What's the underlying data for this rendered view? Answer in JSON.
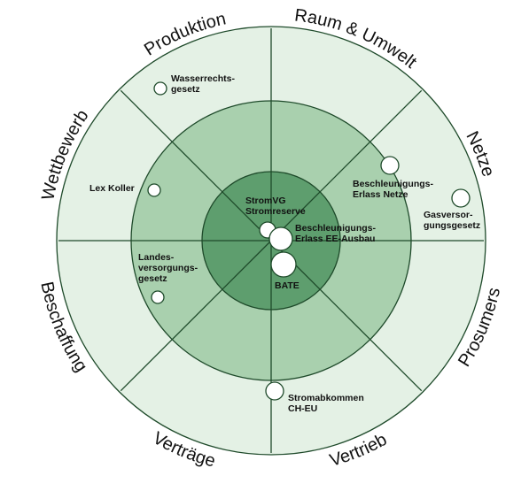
{
  "sectors": [
    {
      "id": "produktion",
      "label": "Produktion"
    },
    {
      "id": "raum-umwelt",
      "label": "Raum & Umwelt"
    },
    {
      "id": "netze",
      "label": "Netze"
    },
    {
      "id": "prosumers",
      "label": "Prosumers"
    },
    {
      "id": "vertrieb",
      "label": "Vertrieb"
    },
    {
      "id": "vertraege",
      "label": "Verträge"
    },
    {
      "id": "beschaffung",
      "label": "Beschaffung"
    },
    {
      "id": "wettbewerb",
      "label": "Wettbewerb"
    }
  ],
  "laws": [
    {
      "id": "wasserrechtsgesetz",
      "lines": [
        "Wasserrechts-",
        "gesetz"
      ]
    },
    {
      "id": "lex-koller",
      "lines": [
        "Lex Koller"
      ]
    },
    {
      "id": "beschleunigungs-erlass-netze",
      "lines": [
        "Beschleunigungs-",
        "Erlass Netze"
      ]
    },
    {
      "id": "gasversorgungsgesetz",
      "lines": [
        "Gasversor-",
        "gungsgesetz"
      ]
    },
    {
      "id": "stromvg-stromreserve",
      "lines": [
        "StromVG",
        "Stromreserve"
      ]
    },
    {
      "id": "beschleunigungs-erlass-ee-ausbau",
      "lines": [
        "Beschleunigungs-",
        "Erlass EE-Ausbau"
      ]
    },
    {
      "id": "bate",
      "lines": [
        "BATE"
      ]
    },
    {
      "id": "landesversorgungsgesetz",
      "lines": [
        "Landes-",
        "versorgungs-",
        "gesetz"
      ]
    },
    {
      "id": "stromabkommen-ch-eu",
      "lines": [
        "Stromabkommen",
        "CH-EU"
      ]
    }
  ],
  "colors": {
    "outer_ring": "#e4f1e5",
    "middle_ring": "#a9d0ae",
    "inner_ring": "#5e9e6e",
    "stroke": "#1e4a2a"
  }
}
